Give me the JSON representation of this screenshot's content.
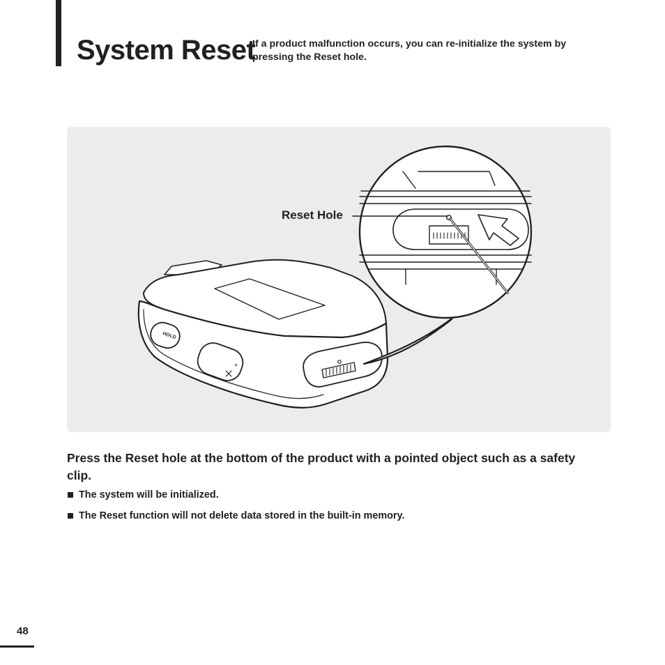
{
  "header": {
    "title": "System Reset",
    "subtitle": "If a product malfunction occurs, you can re-initialize the system by pressing the Reset hole."
  },
  "figure": {
    "callout_label": "Reset Hole",
    "device_labels": {
      "hold": "HOLD",
      "volume_plus": "+"
    }
  },
  "body": {
    "instruction": "Press the Reset hole at the bottom of the product with a pointed object such as a safety clip.",
    "notes": [
      "The system will be initialized.",
      "The Reset function will not delete data stored in the built-in memory."
    ]
  },
  "footer": {
    "page_number": "48"
  },
  "colors": {
    "text": "#231f20",
    "figure_background": "#ececec"
  }
}
